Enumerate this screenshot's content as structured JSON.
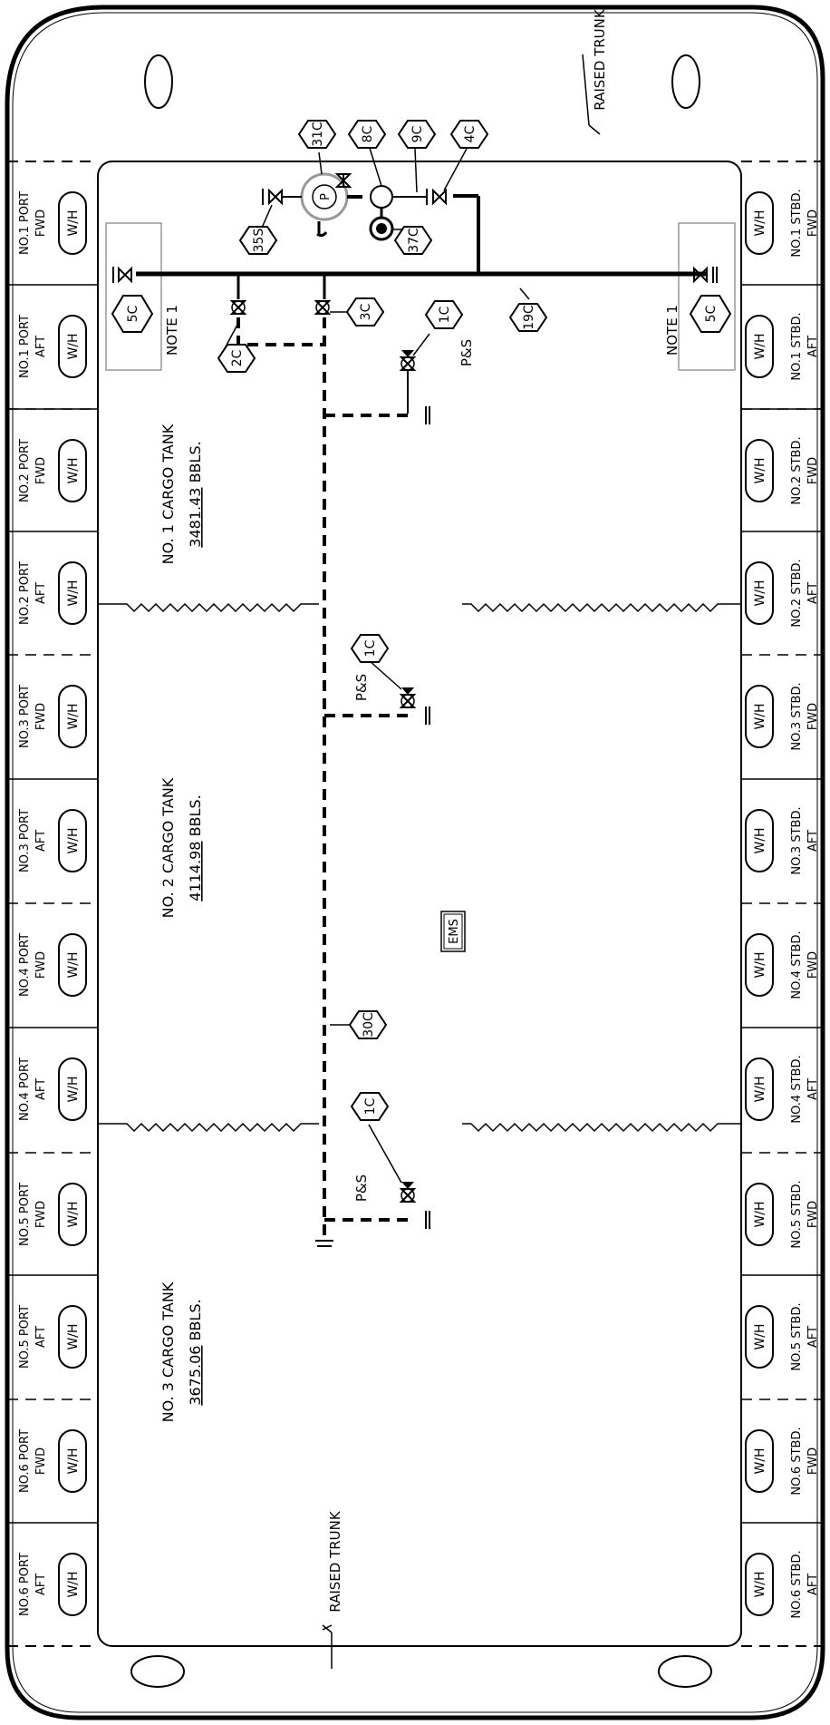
{
  "diagram": {
    "raised_trunk_top": "RAISED TRUNK",
    "raised_trunk_bottom": "RAISED TRUNK",
    "ems": "EMS",
    "note_left": "NOTE 1",
    "note_right": "NOTE 1",
    "ps": "P&S",
    "pump": "P",
    "tanks": [
      {
        "name": "NO. 1 CARGO TANK",
        "volume": "3481.43",
        "unit": "BBLS."
      },
      {
        "name": "NO. 2 CARGO TANK",
        "volume": "4114.98",
        "unit": "BBLS."
      },
      {
        "name": "NO. 3 CARGO TANK",
        "volume": "3675.06",
        "unit": "BBLS."
      }
    ],
    "wh": "W/H",
    "port_labels": [
      [
        "NO.1 PORT",
        "FWD"
      ],
      [
        "NO.1 PORT",
        "AFT"
      ],
      [
        "NO.2 PORT",
        "FWD"
      ],
      [
        "NO.2 PORT",
        "AFT"
      ],
      [
        "NO.3 PORT",
        "FWD"
      ],
      [
        "NO.3 PORT",
        "AFT"
      ],
      [
        "NO.4 PORT",
        "FWD"
      ],
      [
        "NO.4 PORT",
        "AFT"
      ],
      [
        "NO.5 PORT",
        "FWD"
      ],
      [
        "NO.5 PORT",
        "AFT"
      ],
      [
        "NO.6 PORT",
        "FWD"
      ],
      [
        "NO.6 PORT",
        "AFT"
      ]
    ],
    "stbd_labels": [
      [
        "NO.1 STBD.",
        "FWD"
      ],
      [
        "NO.1 STBD.",
        "AFT"
      ],
      [
        "NO.2 STBD.",
        "FWD"
      ],
      [
        "NO.2 STBD.",
        "AFT"
      ],
      [
        "NO.3 STBD.",
        "FWD"
      ],
      [
        "NO.3 STBD.",
        "AFT"
      ],
      [
        "NO.4 STBD.",
        "FWD"
      ],
      [
        "NO.4 STBD.",
        "AFT"
      ],
      [
        "NO.5 STBD.",
        "FWD"
      ],
      [
        "NO.5 STBD.",
        "AFT"
      ],
      [
        "NO.6 STBD.",
        "FWD"
      ],
      [
        "NO.6 STBD.",
        "AFT"
      ]
    ],
    "tags": {
      "t31c": "31C",
      "t8c": "8C",
      "t9c": "9C",
      "t4c": "4C",
      "t35s": "35S",
      "t37c": "37C",
      "t5c_left": "5C",
      "t5c_right": "5C",
      "t3c": "3C",
      "t2c": "2C",
      "t1c_a": "1C",
      "t19c": "19C",
      "t1c_b": "1C",
      "t30c": "30C",
      "t1c_c": "1C"
    }
  }
}
